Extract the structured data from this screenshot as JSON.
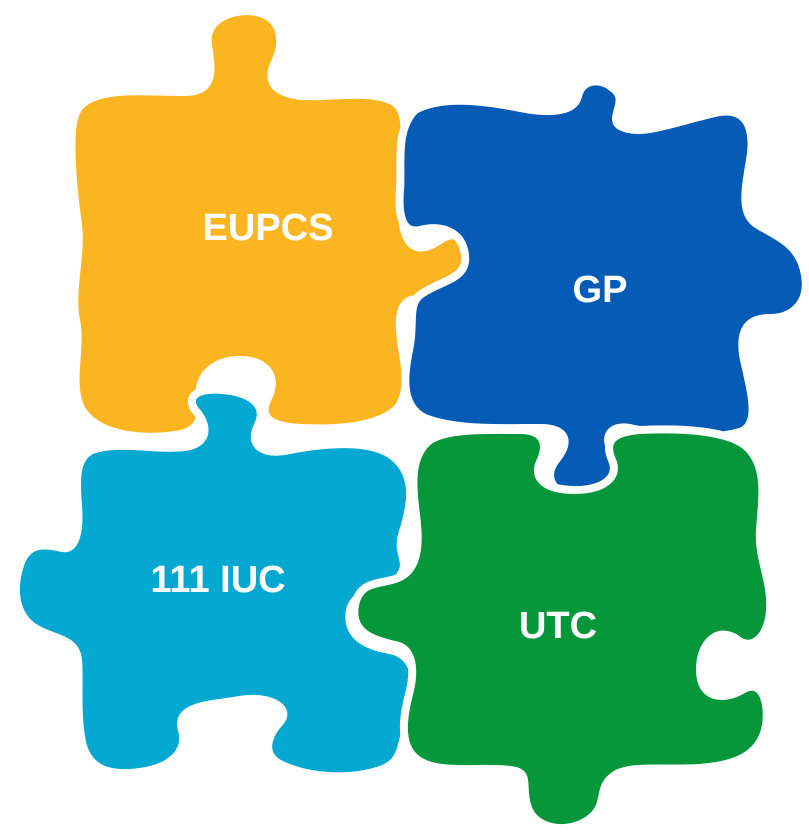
{
  "puzzle": {
    "pieces": [
      {
        "id": "eupcs",
        "label": "EUPCS",
        "color": "#FBB520"
      },
      {
        "id": "gp",
        "label": "GP",
        "color": "#065BB7"
      },
      {
        "id": "iuc",
        "label": "111 IUC",
        "color": "#05A8D1"
      },
      {
        "id": "utc",
        "label": "UTC",
        "color": "#06973A"
      }
    ]
  }
}
